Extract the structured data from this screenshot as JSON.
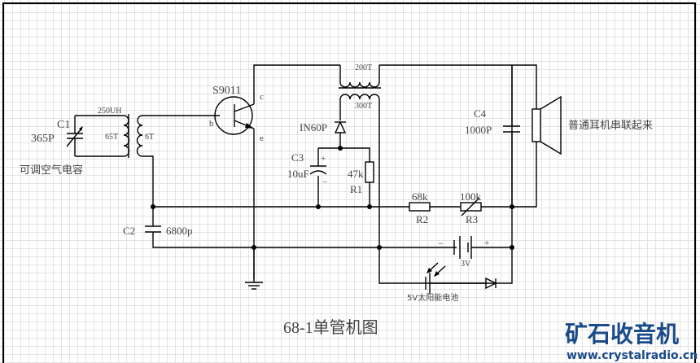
{
  "title": "68-1单管机图",
  "title_color": "#ff2a2a",
  "transistor": {
    "name": "S9011",
    "name_color": "#ff3333",
    "pin_b": "b",
    "pin_c": "c",
    "pin_e": "e"
  },
  "components": {
    "c1": {
      "ref": "C1",
      "value": "365P",
      "note": "可调空气电容"
    },
    "l1": {
      "inductance": "250UH",
      "primary": "65T",
      "secondary": "6T"
    },
    "t2": {
      "primary": "200T",
      "secondary": "300T"
    },
    "d1": {
      "ref": "IN60P"
    },
    "c3": {
      "ref": "C3",
      "value": "10uF",
      "plus": "+",
      "minus": "−"
    },
    "r1": {
      "ref": "R1",
      "value": "47k"
    },
    "c2": {
      "ref": "C2",
      "value": "6800p"
    },
    "r2": {
      "ref": "R2",
      "value": "68k"
    },
    "r3": {
      "ref": "R3",
      "value": "100k"
    },
    "c4": {
      "ref": "C4",
      "value": "1000P"
    },
    "speaker": {
      "note": "普通耳机串联起来"
    },
    "battery": {
      "value": "3V",
      "minus": "−",
      "plus": "+"
    },
    "solar": {
      "note": "5V太阳能电池"
    }
  },
  "watermark": {
    "logo": "矿石收音机",
    "url": "www.crystalradio.cn",
    "color": "#1a4a8a"
  }
}
